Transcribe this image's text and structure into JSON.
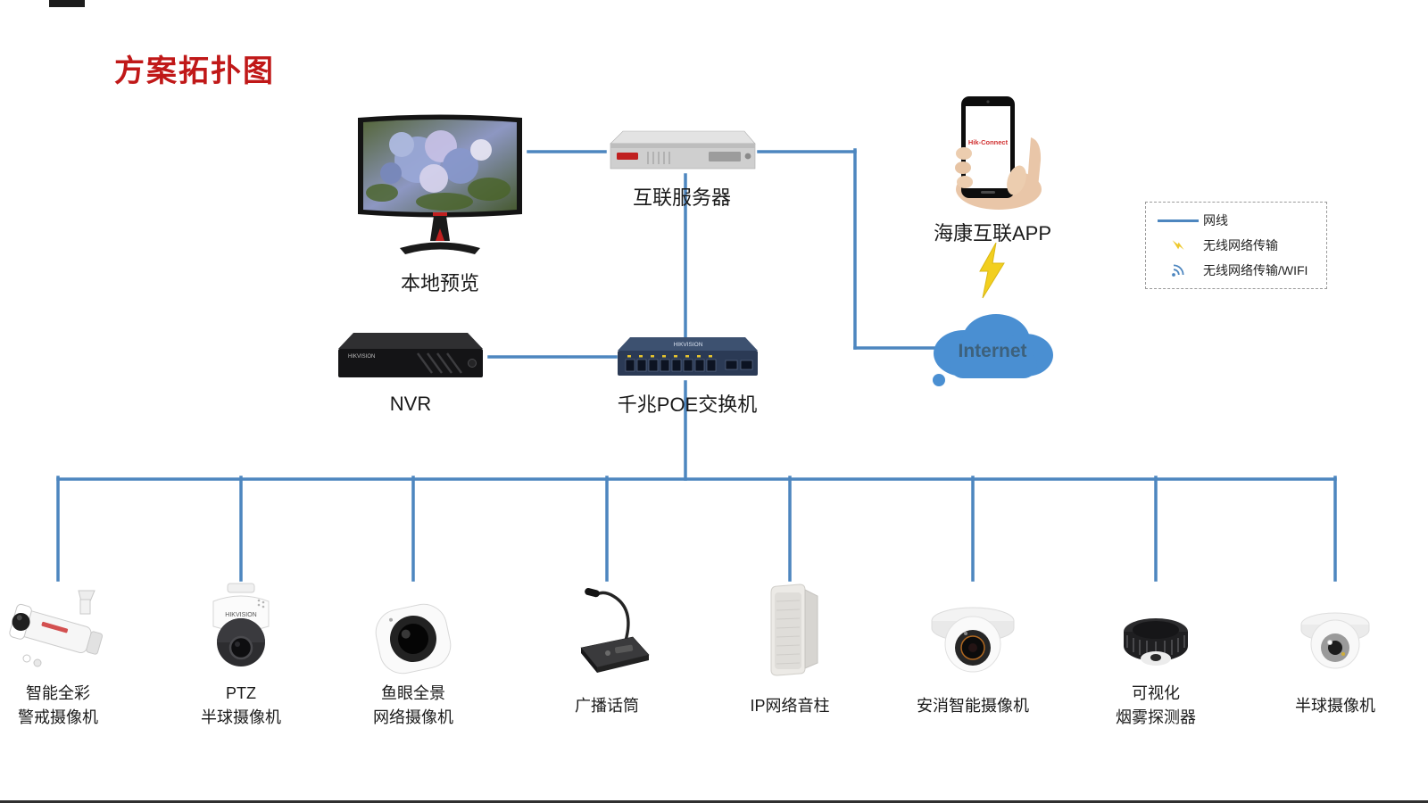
{
  "title": "方案拓扑图",
  "nodes": {
    "monitor": {
      "label": "本地预览"
    },
    "server": {
      "label": "互联服务器"
    },
    "app": {
      "label": "海康互联APP",
      "screen_text": "Hik-Connect"
    },
    "nvr": {
      "label": "NVR",
      "brand": "HIKVISION"
    },
    "switch": {
      "label": "千兆POE交换机",
      "brand": "HIKVISION"
    },
    "internet": {
      "label": "Internet"
    }
  },
  "legend": {
    "items": [
      {
        "icon": "cable-line-icon",
        "label": "网线"
      },
      {
        "icon": "lightning-icon",
        "label": "无线网络传输"
      },
      {
        "icon": "wifi-icon",
        "label": "无线网络传输/WIFI"
      }
    ]
  },
  "devices": [
    {
      "l1": "智能全彩",
      "l2": "警戒摄像机"
    },
    {
      "l1": "PTZ",
      "l2": "半球摄像机",
      "brand": "HIKVISION"
    },
    {
      "l1": "鱼眼全景",
      "l2": "网络摄像机"
    },
    {
      "l1": "广播话筒",
      "l2": ""
    },
    {
      "l1": "IP网络音柱",
      "l2": ""
    },
    {
      "l1": "安消智能摄像机",
      "l2": ""
    },
    {
      "l1": "可视化",
      "l2": "烟雾探测器"
    },
    {
      "l1": "半球摄像机",
      "l2": ""
    }
  ],
  "colors": {
    "accent_red": "#c01818",
    "wire_blue": "#4d86bf",
    "cloud_blue": "#4a8fd2"
  }
}
